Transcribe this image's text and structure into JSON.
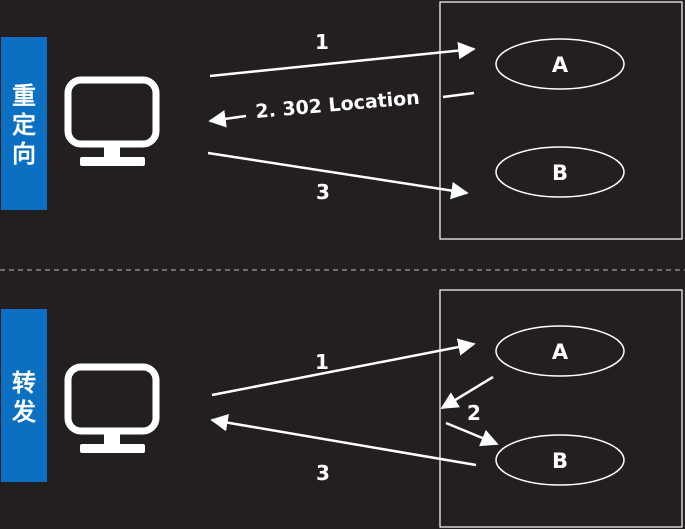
{
  "panels": {
    "redirect": {
      "side_label": [
        "重",
        "定",
        "向"
      ],
      "server_a": "A",
      "server_b": "B",
      "arrow_1": "1",
      "arrow_2": "2. 302 Location",
      "arrow_3": "3"
    },
    "forward": {
      "side_label": [
        "转",
        "发"
      ],
      "server_a": "A",
      "server_b": "B",
      "arrow_1": "1",
      "arrow_2": "2",
      "arrow_3": "3"
    }
  },
  "colors": {
    "background": "#231f20",
    "label_bar": "#0b6fc2",
    "line": "#ffffff",
    "divider": "#8a8a8a"
  },
  "icons": [
    "monitor-icon"
  ]
}
